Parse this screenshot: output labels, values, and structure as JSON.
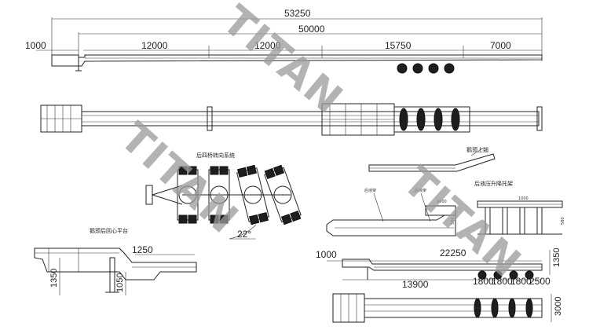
{
  "watermarks": [
    "TITAN",
    "TITAN",
    "TITAN"
  ],
  "top_view": {
    "total_length": "53250",
    "deck_length": "50000",
    "front_overhang": "1000",
    "segments": [
      "12000",
      "12000",
      "15750",
      "7000"
    ]
  },
  "captions": {
    "steering_system": "后四桥转向系统",
    "gooseneck_lift": "鹅颈上翘",
    "rear_lift_bracket": "后液压升降托架",
    "gooseneck_turntable": "鹅颈后回心平台",
    "angle": "22°",
    "small_label_a": "后液架",
    "small_label_b": "后液架"
  },
  "gooseneck_detail": {
    "length": "1250",
    "height": "1350",
    "height2": "1050"
  },
  "bracket_detail": {
    "width_a": "1000",
    "width_b": "1000",
    "h_a": "580",
    "h_b": "580"
  },
  "bottom_view": {
    "front": "1000",
    "overall": "22250",
    "height": "1350",
    "main": "13900",
    "axle_spacing": [
      "1800",
      "1800",
      "1800",
      "2500"
    ],
    "width": "3000"
  }
}
